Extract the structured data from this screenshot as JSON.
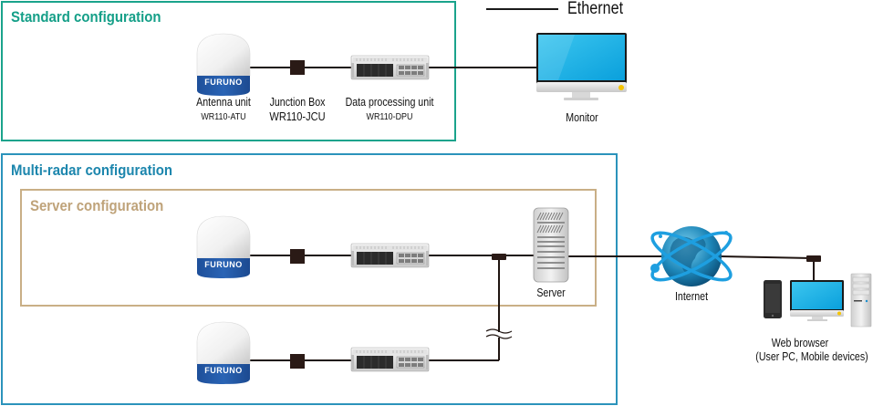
{
  "legend": {
    "line_label": "Ethernet"
  },
  "sections": {
    "standard": {
      "title": "Standard configuration",
      "color": "#159f88"
    },
    "multi_radar": {
      "title": "Multi-radar configuration",
      "color": "#1c86ad"
    },
    "server": {
      "title": "Server configuration",
      "color": "#bfa37a"
    }
  },
  "devices": {
    "antenna": {
      "name": "Antenna unit",
      "model": "WR110-ATU",
      "brand": "FURUNO"
    },
    "junction_box": {
      "name": "Junction Box",
      "model": "WR110-JCU"
    },
    "dpu": {
      "name": "Data processing unit",
      "model": "WR110-DPU"
    },
    "monitor": {
      "name": "Monitor"
    },
    "server": {
      "name": "Server"
    },
    "internet": {
      "name": "Internet"
    },
    "web_browser": {
      "name": "Web browser",
      "detail": "(User PC, Mobile devices)"
    }
  }
}
